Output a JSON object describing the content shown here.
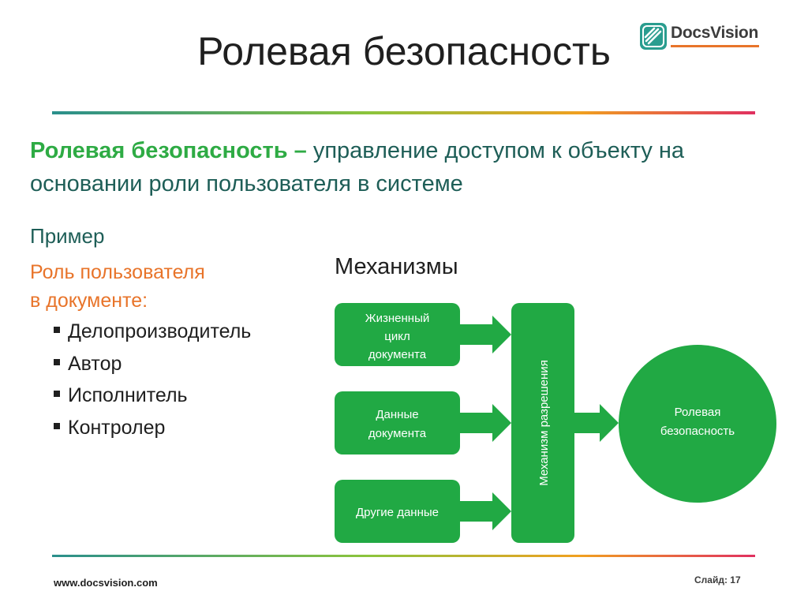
{
  "slide": {
    "title": "Ролевая безопасность",
    "definition_term": "Ролевая безопасность",
    "definition_dash": " – ",
    "definition_text": "управление доступом к объекту на основании роли пользователя в системе",
    "example_label": "Пример",
    "role_heading_line1": "Роль пользователя",
    "role_heading_line2": "в документе:",
    "roles": [
      "Делопроизводитель",
      "Автор",
      "Исполнитель",
      "Контролер"
    ]
  },
  "logo": {
    "text": "DocsVision"
  },
  "diagram": {
    "title": "Механизмы",
    "inputs": [
      {
        "lines": [
          "Жизненный",
          "цикл",
          "документа"
        ]
      },
      {
        "lines": [
          "Данные",
          "документа"
        ]
      },
      {
        "lines": [
          "Другие данные"
        ]
      }
    ],
    "mechanism_label": "Механизм разрешения",
    "result_lines": [
      "Ролевая",
      "безопасность"
    ]
  },
  "footer": {
    "url": "www.docsvision.com",
    "slide_number": "Слайд: 17"
  },
  "colors": {
    "green": "#21a944",
    "heading_teal": "#1e5e57",
    "term_green": "#2eab44",
    "orange": "#e8742a",
    "rule_gradient": [
      "#2a8f8c",
      "#8cc43c",
      "#f0a020",
      "#e03060"
    ]
  }
}
